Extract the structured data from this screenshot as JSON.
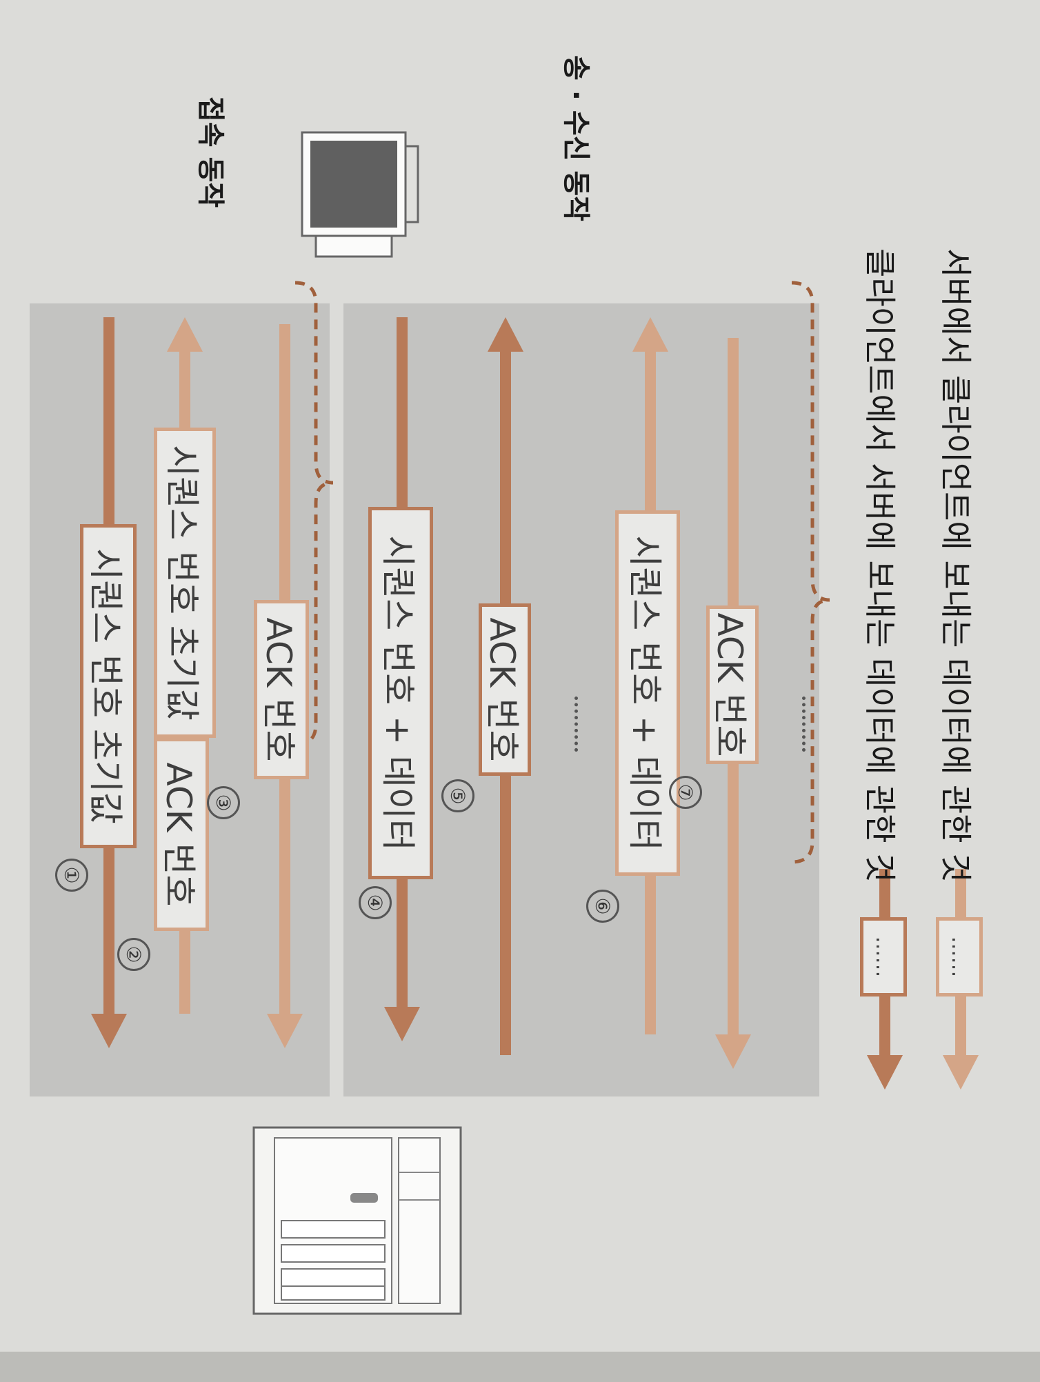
{
  "headings": {
    "connection": "접속 동작",
    "transfer": "송 · 수신 동작"
  },
  "connection_phase": {
    "step1": {
      "num": "①",
      "label": "시퀀스 번호 초기값"
    },
    "step2": {
      "num": "②",
      "label_ack": "ACK 번호",
      "label_seq": "시퀀스 번호 초기값"
    },
    "step3": {
      "num": "③",
      "label": "ACK 번호"
    }
  },
  "transfer_phase": {
    "step4": {
      "num": "④",
      "label": "시퀀스 번호 + 데이터"
    },
    "step5": {
      "num": "⑤",
      "label": "ACK 번호"
    },
    "step6": {
      "num": "⑥",
      "label": "시퀀스 번호 + 데이터"
    },
    "step7": {
      "num": "⑦",
      "label": "ACK 번호"
    }
  },
  "legend": {
    "client_to_server": {
      "box": "……",
      "text": "클라이언트에서 서버에 보내는 데이터에 관한 것"
    },
    "server_to_client": {
      "box": "……",
      "text": "서버에서 클라이언트에 보내는 데이터에 관한 것"
    }
  },
  "colors": {
    "client_to_server": "#b87a58",
    "server_to_client": "#d4a587",
    "panel": "#c3c3c1",
    "background": "#dcdcd9"
  },
  "icons": {
    "client": "pc-monitor-icon",
    "server": "server-tower-icon"
  }
}
